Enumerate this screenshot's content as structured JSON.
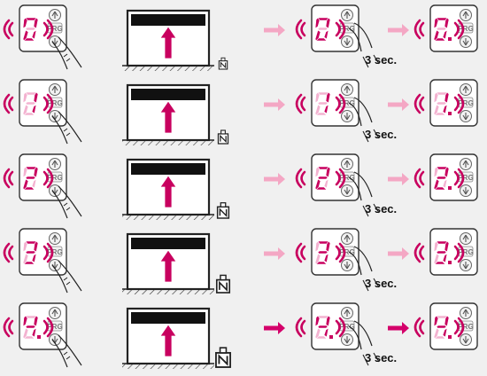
{
  "prg_label": "PRG",
  "hold_label": "3 sec.",
  "colors": {
    "magenta": "#c8005f",
    "magenta_dim": "#f3b2d0",
    "arrow_light": "#f4a7c4",
    "arrow_dark": "#d4006a",
    "panel_border": "#333333",
    "button_fill": "#f2f2f2"
  },
  "rows": [
    {
      "digit": "0",
      "dot": false,
      "final_digit": "0",
      "final_dot": true,
      "weight_level": 1,
      "arrow_style": "light"
    },
    {
      "digit": "1",
      "dot": false,
      "final_digit": "1",
      "final_dot": true,
      "weight_level": 2,
      "arrow_style": "light"
    },
    {
      "digit": "2",
      "dot": false,
      "final_digit": "2",
      "final_dot": true,
      "weight_level": 3,
      "arrow_style": "light"
    },
    {
      "digit": "3",
      "dot": false,
      "final_digit": "3",
      "final_dot": true,
      "weight_level": 4,
      "arrow_style": "light"
    },
    {
      "digit": "4",
      "dot": true,
      "final_digit": "4",
      "final_dot": true,
      "weight_level": 5,
      "arrow_style": "dark"
    }
  ]
}
